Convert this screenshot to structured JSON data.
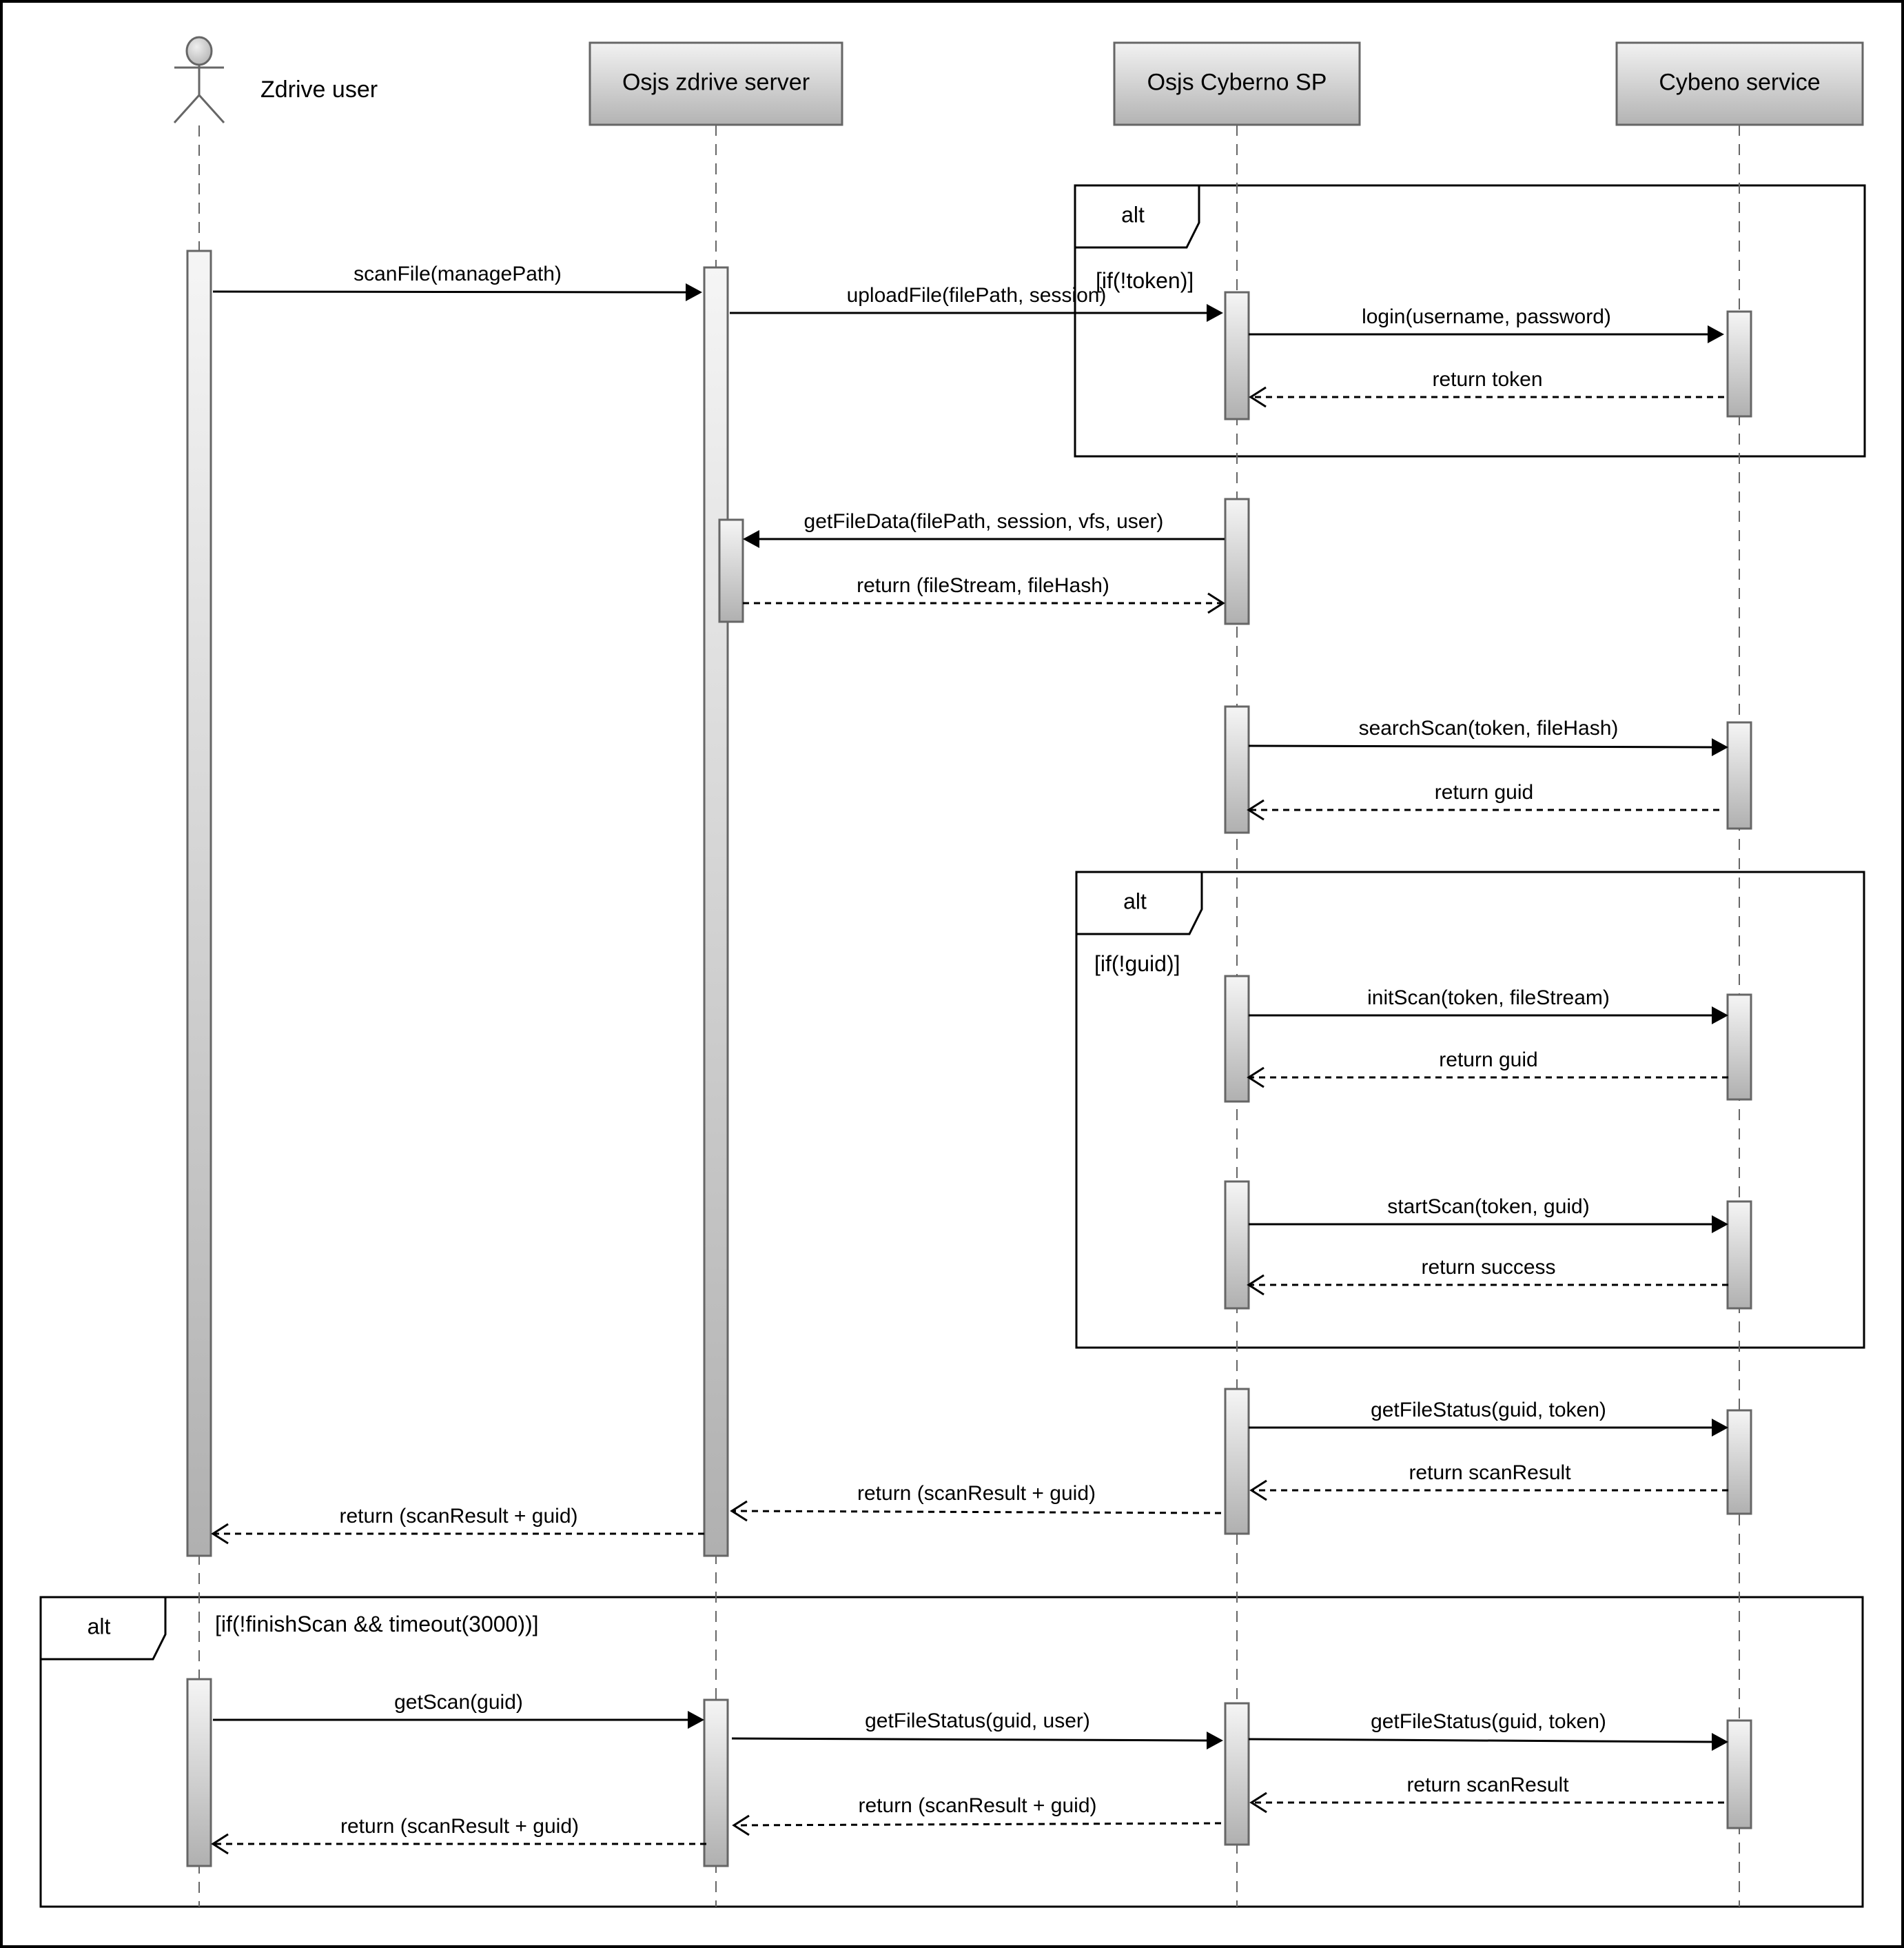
{
  "diagram": {
    "type": "UML sequence diagram",
    "participants": [
      {
        "id": "user",
        "label": "Zdrive user",
        "kind": "actor"
      },
      {
        "id": "zdrive",
        "label": "Osjs zdrive server",
        "kind": "participant"
      },
      {
        "id": "sp",
        "label": "Osjs Cyberno SP",
        "kind": "participant"
      },
      {
        "id": "cybeno",
        "label": "Cybeno service",
        "kind": "participant"
      }
    ],
    "fragments": [
      {
        "operator": "alt",
        "guard": "[if(!token)]"
      },
      {
        "operator": "alt",
        "guard": "[if(!guid)]"
      },
      {
        "operator": "alt",
        "guard": "[if(!finishScan && timeout(3000))]"
      }
    ],
    "messages": [
      {
        "from": "user",
        "to": "zdrive",
        "label": "scanFile(managePath)",
        "style": "sync"
      },
      {
        "from": "zdrive",
        "to": "sp",
        "label": "uploadFile(filePath, session)",
        "style": "sync"
      },
      {
        "from": "sp",
        "to": "cybeno",
        "label": "login(username, password)",
        "style": "sync"
      },
      {
        "from": "cybeno",
        "to": "sp",
        "label": "return token",
        "style": "return"
      },
      {
        "from": "sp",
        "to": "zdrive",
        "label": "getFileData(filePath, session, vfs, user)",
        "style": "sync"
      },
      {
        "from": "zdrive",
        "to": "sp",
        "label": "return (fileStream, fileHash)",
        "style": "return"
      },
      {
        "from": "sp",
        "to": "cybeno",
        "label": "searchScan(token, fileHash)",
        "style": "sync"
      },
      {
        "from": "cybeno",
        "to": "sp",
        "label": "return guid",
        "style": "return"
      },
      {
        "from": "sp",
        "to": "cybeno",
        "label": "initScan(token, fileStream)",
        "style": "sync"
      },
      {
        "from": "cybeno",
        "to": "sp",
        "label": "return guid",
        "style": "return"
      },
      {
        "from": "sp",
        "to": "cybeno",
        "label": "startScan(token, guid)",
        "style": "sync"
      },
      {
        "from": "cybeno",
        "to": "sp",
        "label": "return success",
        "style": "return"
      },
      {
        "from": "sp",
        "to": "cybeno",
        "label": "getFileStatus(guid, token)",
        "style": "sync"
      },
      {
        "from": "cybeno",
        "to": "sp",
        "label": "return scanResult",
        "style": "return"
      },
      {
        "from": "sp",
        "to": "zdrive",
        "label": "return (scanResult + guid)",
        "style": "return"
      },
      {
        "from": "zdrive",
        "to": "user",
        "label": "return (scanResult + guid)",
        "style": "return"
      },
      {
        "from": "user",
        "to": "zdrive",
        "label": "getScan(guid)",
        "style": "sync"
      },
      {
        "from": "zdrive",
        "to": "sp",
        "label": "getFileStatus(guid, user)",
        "style": "sync"
      },
      {
        "from": "sp",
        "to": "cybeno",
        "label": "getFileStatus(guid, token)",
        "style": "sync"
      },
      {
        "from": "cybeno",
        "to": "sp",
        "label": "return scanResult",
        "style": "return"
      },
      {
        "from": "sp",
        "to": "zdrive",
        "label": "return (scanResult + guid)",
        "style": "return"
      },
      {
        "from": "zdrive",
        "to": "user",
        "label": "return (scanResult + guid)",
        "style": "return"
      }
    ]
  }
}
